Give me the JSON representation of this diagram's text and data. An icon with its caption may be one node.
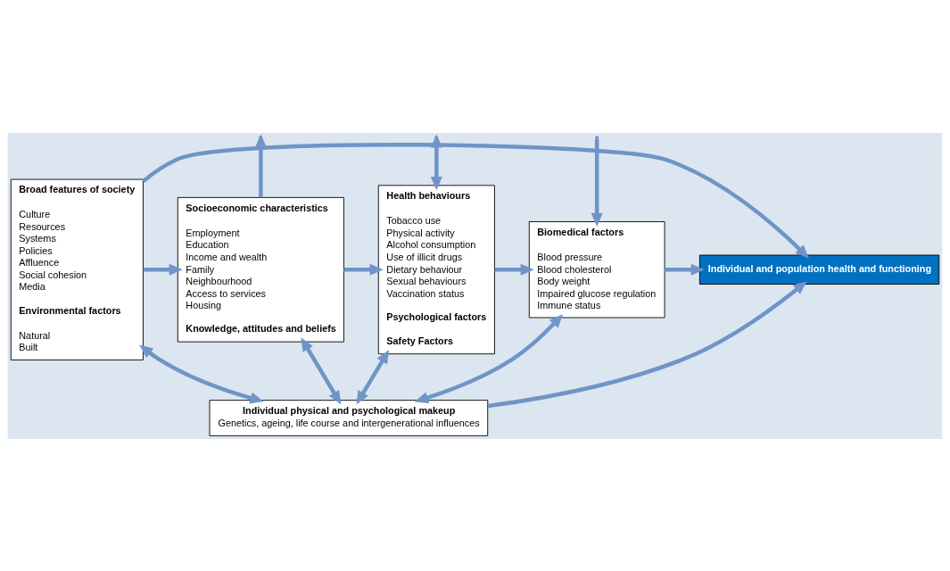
{
  "diagram": {
    "nodes": [
      {
        "text": [
          "Broad features of society",
          "Culture",
          "Resources",
          "Systems",
          "Policies",
          "Affluence",
          "Social cohesion",
          "Media",
          "Environmental factors",
          "Natural",
          "Built"
        ]
      },
      {
        "text": [
          "Socioeconomic characteristics",
          "Employment",
          "Education",
          "Income and wealth",
          "Family",
          "Neighbourhood",
          "Access to services",
          "Housing",
          "Knowledge, attitudes and beliefs"
        ]
      },
      {
        "text": [
          "Health behaviours",
          "Tobacco use",
          "Physical activity",
          "Alcohol consumption",
          "Use of illicit drugs",
          "Dietary behaviour",
          "Sexual behaviours",
          "Vaccination status",
          "Psychological factors",
          "Safety Factors"
        ]
      },
      {
        "text": [
          "Biomedical factors",
          "Blood pressure",
          "Blood cholesterol",
          "Body weight",
          "Impaired glucose regulation",
          "Immune status"
        ]
      },
      {
        "text": [
          "Individual and population health and functioning"
        ]
      },
      {
        "text": [
          "Individual physical and psychological makeup",
          "Genetics, ageing, life course and intergenerational influences"
        ]
      }
    ],
    "edges": [
      {
        "from": 0,
        "to": 1,
        "arrow": "to"
      },
      {
        "from": 1,
        "to": 2,
        "arrow": "to"
      },
      {
        "from": 2,
        "to": 3,
        "arrow": "to"
      },
      {
        "from": 3,
        "to": 4,
        "arrow": "to"
      },
      {
        "from": 0,
        "to": 4,
        "arrow": "to"
      },
      {
        "from": 1,
        "to": null,
        "arrow": "to"
      },
      {
        "from": 2,
        "to": null,
        "arrow": "both"
      },
      {
        "from": null,
        "to": 3,
        "arrow": "to"
      },
      {
        "from": 0,
        "to": 5,
        "arrow": "both"
      },
      {
        "from": 1,
        "to": 5,
        "arrow": "both"
      },
      {
        "from": 2,
        "to": 5,
        "arrow": "both"
      },
      {
        "from": 3,
        "to": 5,
        "arrow": "both"
      },
      {
        "from": 5,
        "to": 4,
        "arrow": "to"
      }
    ]
  }
}
